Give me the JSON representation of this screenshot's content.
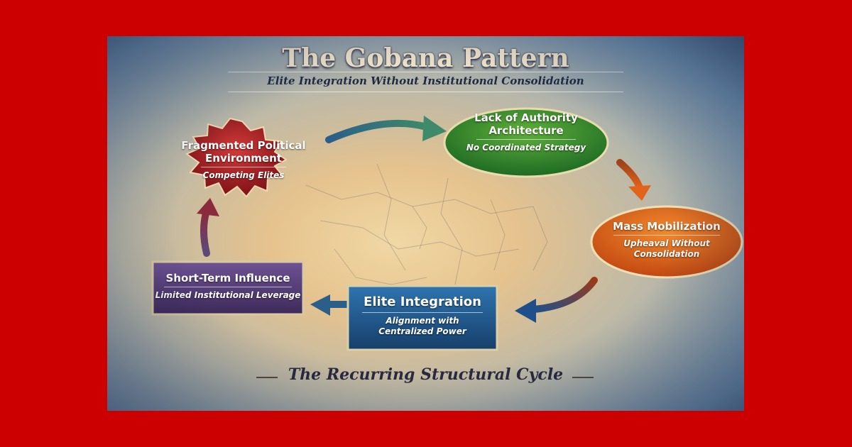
{
  "title": "The Gobana Pattern",
  "subtitle": "Elite Integration Without Institutional Consolidation",
  "footer": "The Recurring Structural Cycle",
  "nodes": {
    "fragmented": {
      "heading": "Fragmented Political Environment",
      "detail": "Competing Elites",
      "color": "#a51e24"
    },
    "authority": {
      "heading": "Lack of Authority Architecture",
      "detail": "No Coordinated Strategy",
      "color": "#2e8a2e"
    },
    "mobilization": {
      "heading": "Mass Mobilization",
      "detail": "Upheaval Without Consolidation",
      "color": "#e2641a"
    },
    "integration": {
      "heading": "Elite Integration",
      "detail": "Alignment with Centralized Power",
      "color": "#1f5a8c"
    },
    "influence": {
      "heading": "Short-Term Influence",
      "detail": "Limited Institutional Leverage",
      "color": "#5b3f7a"
    }
  }
}
